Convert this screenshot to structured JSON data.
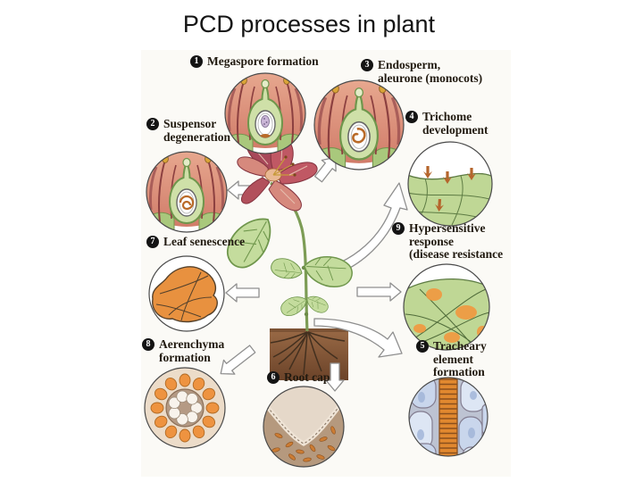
{
  "slide": {
    "title": "PCD processes in plant"
  },
  "figure": {
    "items": [
      {
        "number": "1",
        "label": "Megaspore formation",
        "art": "ovule-megaspore-inset"
      },
      {
        "number": "2",
        "label": "Suspensor\ndegeneration",
        "art": "ovule-suspensor-inset"
      },
      {
        "number": "3",
        "label": "Endosperm,\naleurone (monocots)",
        "art": "ovule-endosperm-inset"
      },
      {
        "number": "4",
        "label": "Trichome\ndevelopment",
        "art": "trichome-leaf-inset"
      },
      {
        "number": "5",
        "label": "Tracheary\nelement\nformation",
        "art": "tracheary-vessel-inset"
      },
      {
        "number": "6",
        "label": "Root cap",
        "art": "root-cap-inset"
      },
      {
        "number": "7",
        "label": "Leaf senescence",
        "art": "senescent-leaf-inset"
      },
      {
        "number": "8",
        "label": "Aerenchyma\nformation",
        "art": "aerenchyma-cross-section-inset"
      },
      {
        "number": "9",
        "label": "Hypersensitive\nresponse\n(disease resistance",
        "art": "hypersensitive-leaf-inset"
      }
    ],
    "palette": {
      "flower_pink": "#c05864",
      "ovule_salmon": "#dd9181",
      "carpel_green": "#cfe0a8",
      "leaf_green": "#bfd795",
      "senescence_orange": "#e8913f",
      "pcd_orange": "#ee9340",
      "aerenchyma_tan": "#ecdcc9",
      "soil_brown": "#8f5f3c",
      "tracheary_blue": "#c9d6ec",
      "tracheary_column_orange": "#e1882f",
      "badge_black": "#141414"
    }
  }
}
